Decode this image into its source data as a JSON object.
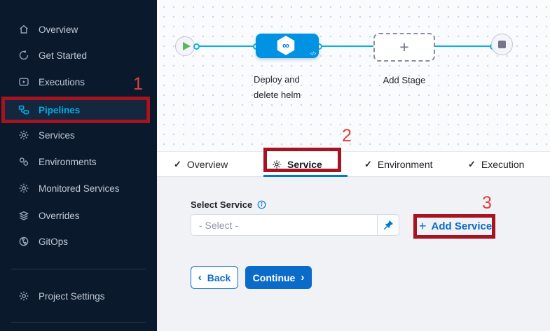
{
  "sidebar": {
    "items": [
      {
        "label": "Overview",
        "icon": "home-icon"
      },
      {
        "label": "Get Started",
        "icon": "get-started-icon"
      },
      {
        "label": "Executions",
        "icon": "executions-icon"
      },
      {
        "label": "Pipelines",
        "icon": "pipelines-icon",
        "active": true
      },
      {
        "label": "Services",
        "icon": "gear-icon"
      },
      {
        "label": "Environments",
        "icon": "environments-icon"
      },
      {
        "label": "Monitored Services",
        "icon": "gear-icon"
      },
      {
        "label": "Overrides",
        "icon": "layers-icon"
      },
      {
        "label": "GitOps",
        "icon": "gitops-icon"
      }
    ],
    "footer": {
      "label": "Project Settings",
      "icon": "gear-icon"
    }
  },
  "pipeline_canvas": {
    "start_node_icon": "play-icon",
    "end_node_icon": "stop-icon",
    "stage_node": {
      "label_line1": "Deploy and",
      "label_line2": "delete helm",
      "icon": "cd-hexagon-infinity-icon",
      "code_badge": "</>"
    },
    "add_stage": {
      "label": "Add Stage",
      "plus": "+"
    }
  },
  "tabs": [
    {
      "label": "Overview",
      "icon": "check"
    },
    {
      "label": "Service",
      "icon": "gear",
      "active": true
    },
    {
      "label": "Environment",
      "icon": "check"
    },
    {
      "label": "Execution",
      "icon": "check"
    }
  ],
  "form": {
    "select_service": {
      "label": "Select Service",
      "placeholder": "- Select -"
    },
    "add_service": {
      "plus": "+",
      "label": "Add Service"
    },
    "buttons": {
      "back_chevron": "‹",
      "back": "Back",
      "continue": "Continue",
      "continue_chevron": "›"
    }
  },
  "annotations": {
    "step1": "1",
    "step2": "2",
    "step3": "3"
  },
  "glyphs": {
    "check": "✓",
    "infinity": "∞"
  },
  "colors": {
    "sidebar_bg": "#0a1a2c",
    "active_item_cyan": "#00ade4",
    "node_blue": "#0192e3",
    "connector_cyan": "#0bb0e1",
    "primary_blue": "#0a6bc8",
    "tab_underline_blue": "#0278d5",
    "annotation_box_red": "#a51420",
    "annotation_number_red": "#e0403c",
    "play_green": "#55b95a"
  }
}
